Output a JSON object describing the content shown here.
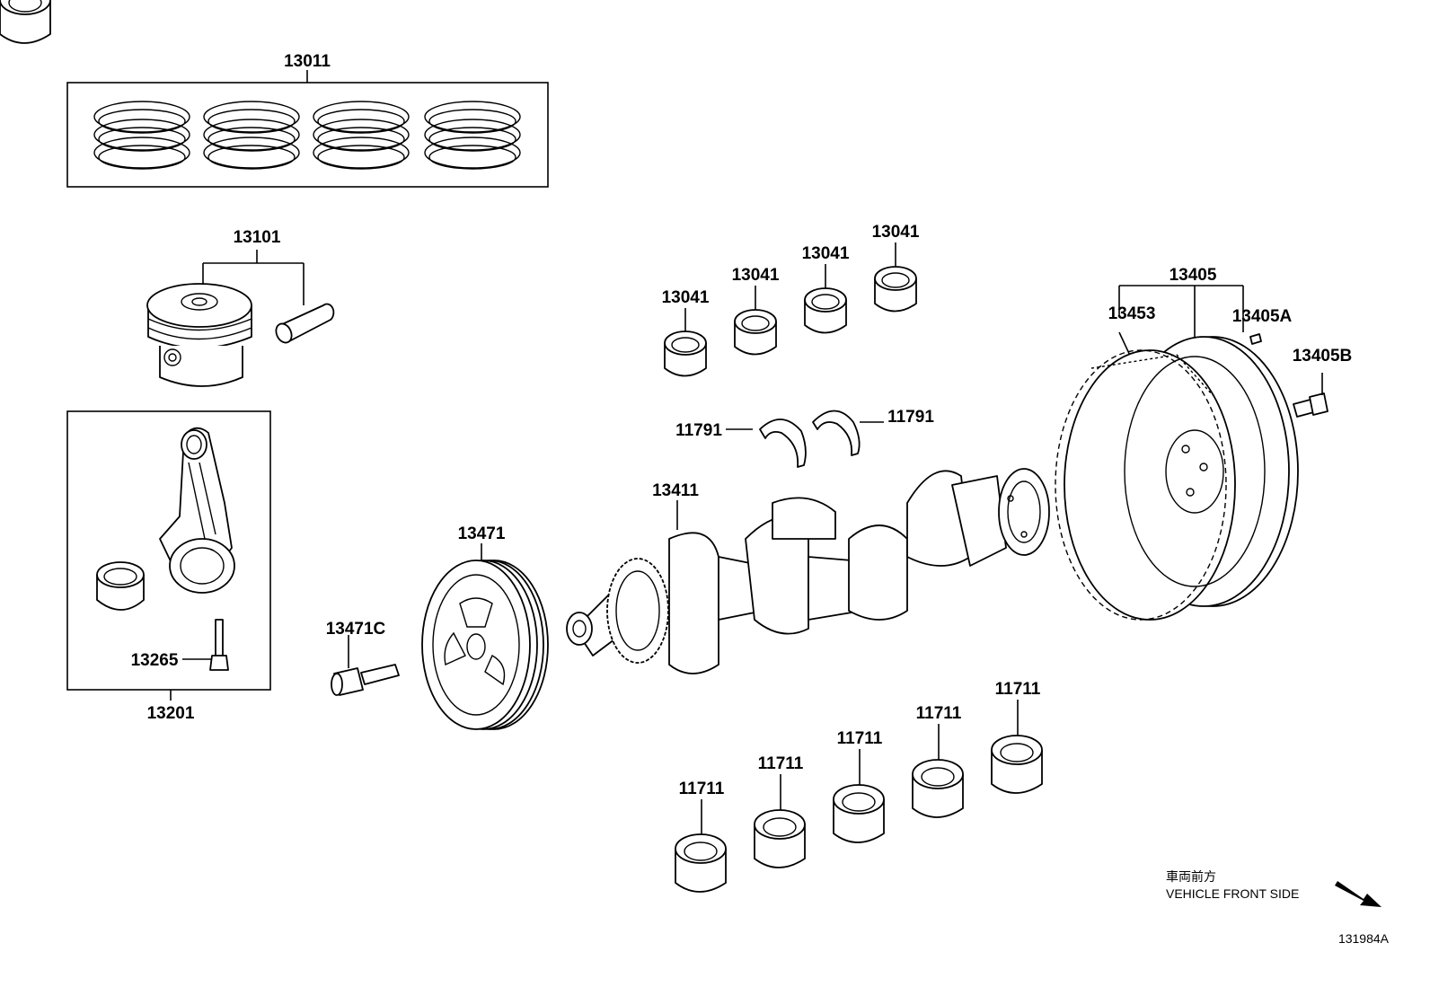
{
  "labels": {
    "piston_ring_set": "13011",
    "piston_pin": "13101",
    "rod_bolt": "13265",
    "connecting_rod": "13201",
    "pulley_bolt": "13471C",
    "crank_pulley": "13471",
    "crankshaft": "13411",
    "thrust_washer_left": "11791",
    "thrust_washer_right": "11791",
    "rod_bearing_1": "13041",
    "rod_bearing_2": "13041",
    "rod_bearing_3": "13041",
    "rod_bearing_4": "13041",
    "drive_plate": "13405",
    "ring_gear": "13453",
    "pin": "13405A",
    "drive_plate_bolt": "13405B",
    "main_bearing_1": "11711",
    "main_bearing_2": "11711",
    "main_bearing_3": "11711",
    "main_bearing_4": "11711",
    "main_bearing_5": "11711"
  },
  "direction": {
    "jp": "車両前方",
    "en": "VEHICLE FRONT SIDE"
  },
  "diagram_id": "131984A"
}
